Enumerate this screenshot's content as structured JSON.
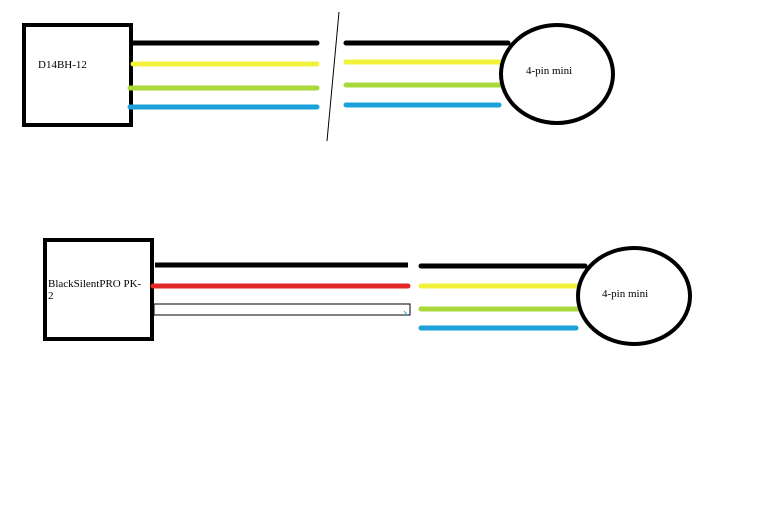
{
  "diagram_top": {
    "box_label": "D14BH-12",
    "circle_label": "4-pin mini",
    "wire_colors": [
      "#000000",
      "#f2f23a",
      "#a8d83a",
      "#1ba0da"
    ]
  },
  "diagram_bottom": {
    "box_label_line1": "BlackSilentPRO PK-",
    "box_label_line2": "2",
    "circle_label": "4-pin mini",
    "left_wire_colors": [
      "#000000",
      "#e32727"
    ],
    "right_wire_colors": [
      "#000000",
      "#f2f23a",
      "#a8d83a",
      "#1ba0da"
    ],
    "blank_wire_color": "#ffffff"
  }
}
